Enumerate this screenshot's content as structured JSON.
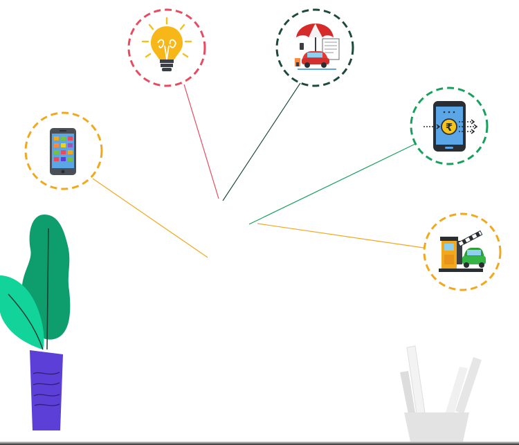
{
  "services": [
    {
      "id": "mobile-recharge",
      "icon": "smartphone-icon",
      "ring_color": "#F2A81D",
      "line_color": "#F2A81D"
    },
    {
      "id": "electricity-bill",
      "icon": "lightbulb-icon",
      "ring_color": "#E84A5F",
      "line_color": "#E84A5F"
    },
    {
      "id": "insurance",
      "icon": "umbrella-insurance-icon",
      "ring_color": "#1E4A3C",
      "line_color": "#1E4A3C"
    },
    {
      "id": "upi-payment",
      "icon": "rupee-transfer-phone-icon",
      "ring_color": "#17A05D",
      "line_color": "#17A05D"
    },
    {
      "id": "fastag-toll",
      "icon": "toll-booth-car-icon",
      "ring_color": "#F2A81D",
      "line_color": "#F2A81D"
    }
  ],
  "currency_symbol": "₹",
  "decor": {
    "left_plant_icon": "potted-plant-icon",
    "right_plant_icon": "faded-pot-icon",
    "pot_color": "#5B3FD6",
    "leaf_dark": "#0E9E6E",
    "leaf_light": "#12D39A"
  }
}
